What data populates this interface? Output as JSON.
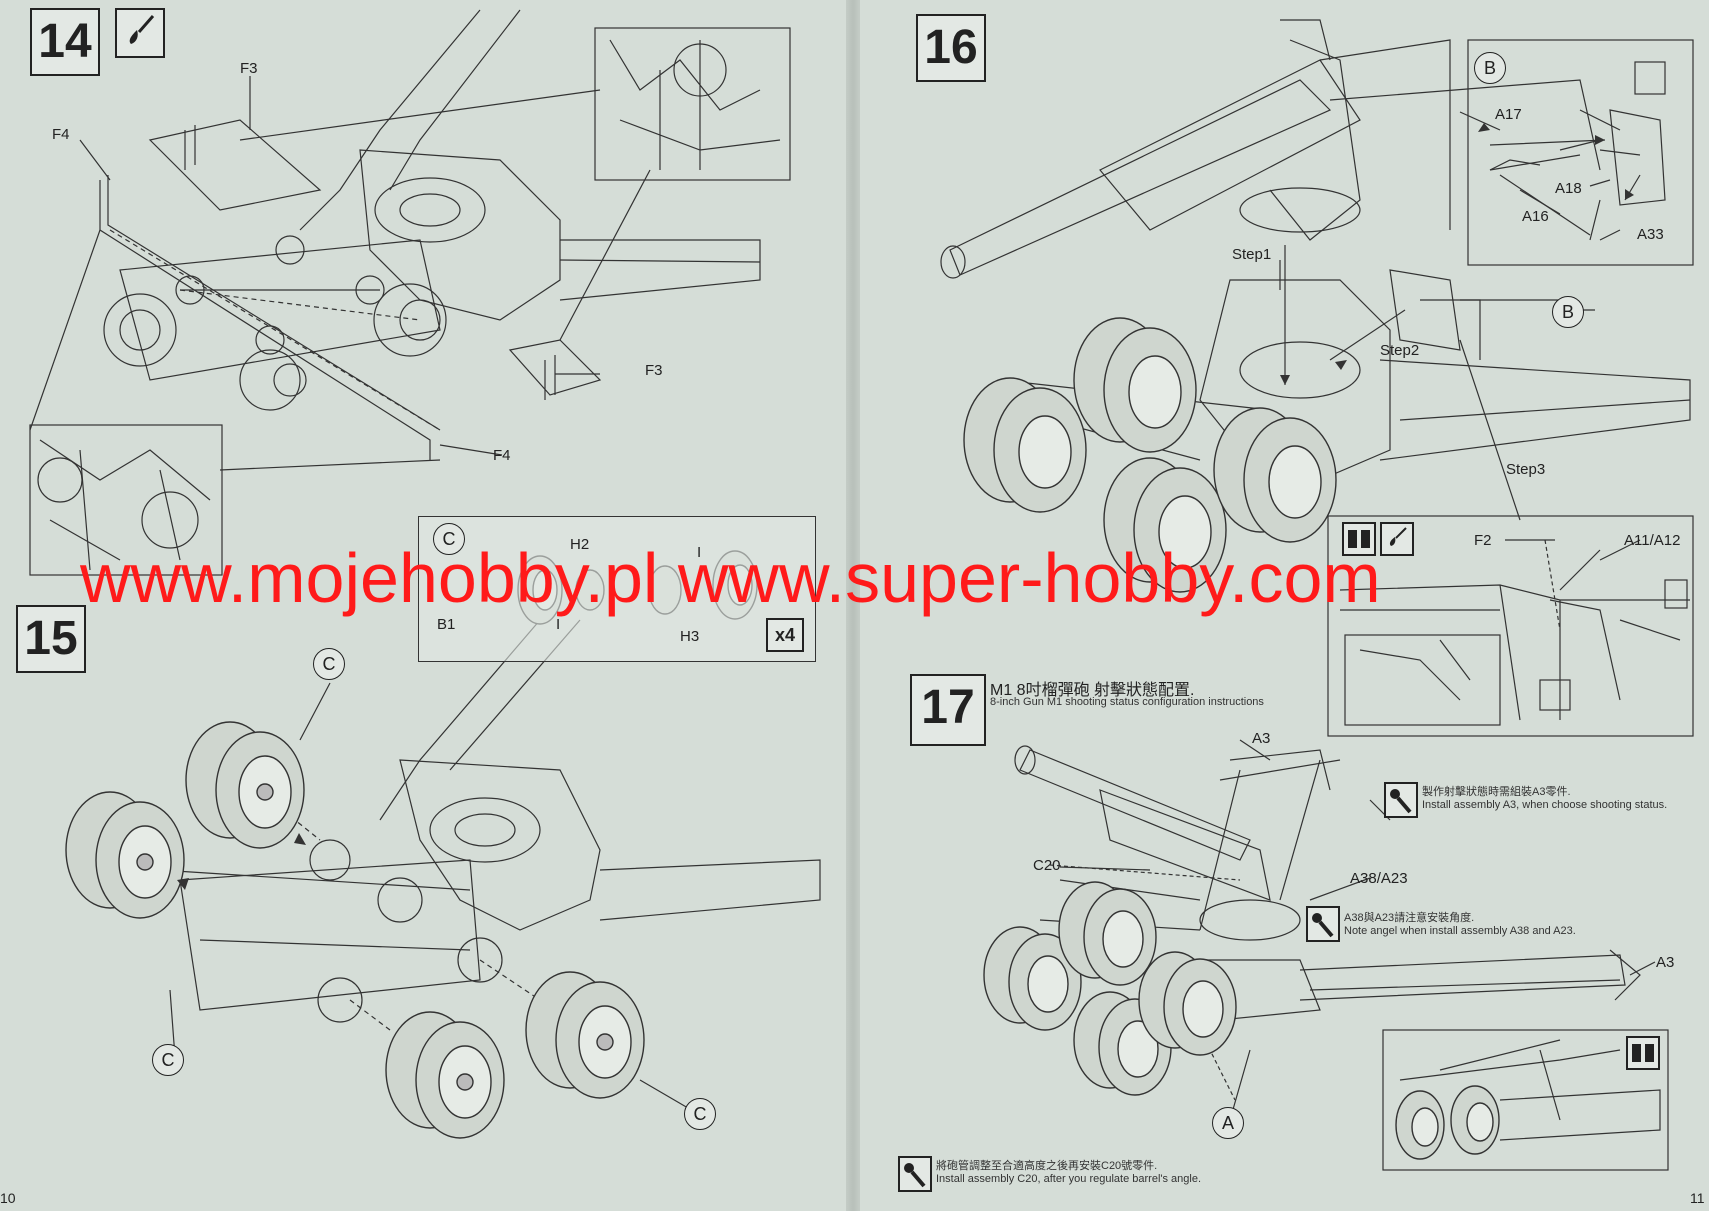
{
  "left_page": {
    "step14": {
      "number": "14",
      "icon": "glue-icon",
      "labels": {
        "f3_top": "F3",
        "f4_top": "F4",
        "f3_bottom": "F3",
        "f4_bottom": "F4"
      }
    },
    "step15": {
      "number": "15",
      "callouts": {
        "c1": "C",
        "c2": "C",
        "c3": "C"
      }
    },
    "subassembly_c": {
      "circle": "C",
      "labels": {
        "b1": "B1",
        "h2": "H2",
        "i_top": "I",
        "i_bottom": "I",
        "h3": "H3"
      },
      "quantity": "x4"
    },
    "page_number": "10"
  },
  "right_page": {
    "step16": {
      "number": "16",
      "steps": {
        "step1": "Step1",
        "step2": "Step2",
        "step3": "Step3"
      },
      "callout_b": "B",
      "inset_b": {
        "circle": "B",
        "labels": {
          "a17": "A17",
          "a18": "A18",
          "a16": "A16",
          "a33": "A33"
        }
      },
      "inset_step3": {
        "labels": {
          "f2": "F2",
          "a11_a12": "A11/A12"
        }
      }
    },
    "step17": {
      "number": "17",
      "title_cn": "M1 8吋榴彈砲 射擊狀態配置.",
      "title_en": "8-inch Gun M1 shooting status configuration instructions",
      "labels": {
        "a3_top": "A3",
        "c20": "C20",
        "a38_a23": "A38/A23",
        "a3_right": "A3",
        "a_circle": "A"
      },
      "note_a3_cn": "製作射擊狀態時需組裝A3零件.",
      "note_a3_en": "Install assembly A3, when choose shooting status.",
      "note_a38_cn": "A38與A23請注意安裝角度.",
      "note_a38_en": "Note angel when install assembly A38 and A23.",
      "note_c20_cn": "將砲管調整至合適高度之後再安裝C20號零件.",
      "note_c20_en": "Install assembly C20, after you regulate barrel's angle."
    },
    "page_number": "11"
  },
  "watermark": "www.mojehobby.pl www.super-hobby.com"
}
